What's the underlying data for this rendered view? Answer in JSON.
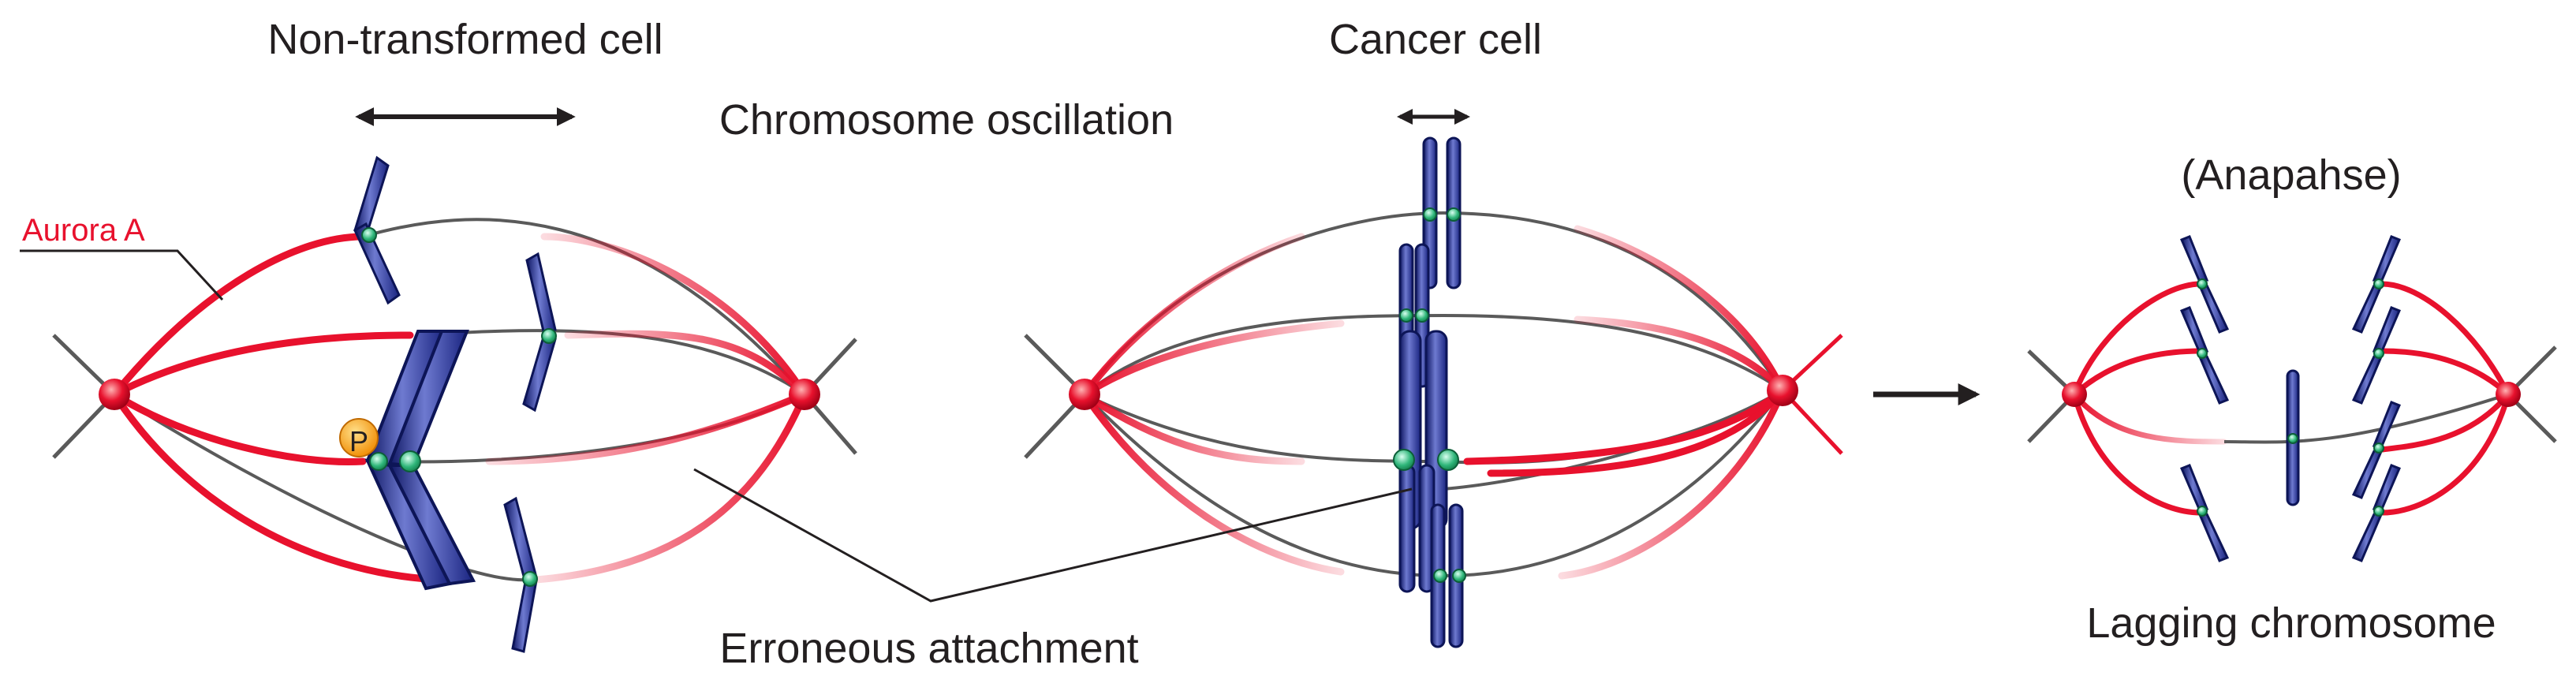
{
  "labels": {
    "non_transformed": "Non-transformed cell",
    "cancer": "Cancer cell",
    "oscillation": "Chromosome oscillation",
    "aurora": "Aurora A",
    "erroneous": "Erroneous attachment",
    "anaphase": "(Anapahse)",
    "lagging": "Lagging chromosome",
    "phospho": "P"
  },
  "colors": {
    "aurora_red": "#e8112d",
    "chromosome_blue": "#1d2a8a",
    "kinetochore_green": "#2fb67a",
    "spindle_gray": "#5a5a5a",
    "phospho_orange": "#f4a21c",
    "text": "#231f20"
  }
}
